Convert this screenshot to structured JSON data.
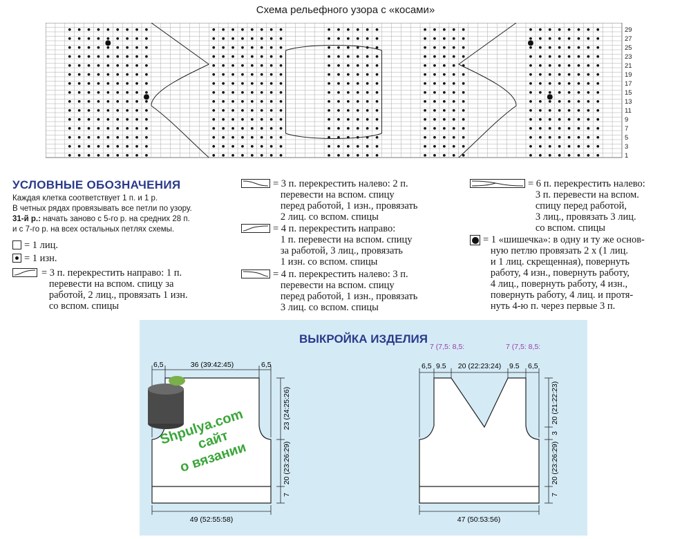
{
  "chart_title": "Схема рельефного узора с «косами»",
  "row_numbers": [
    "29",
    "27",
    "25",
    "23",
    "21",
    "19",
    "17",
    "15",
    "13",
    "11",
    "9",
    "7",
    "5",
    "3",
    "1"
  ],
  "legend": {
    "title": "УСЛОВНЫЕ ОБОЗНАЧЕНИЯ",
    "note1": "Каждая клетка соответствует 1 п. и 1 р.",
    "note2": "В четных рядах провязывать все петли по узору.",
    "note3_bold": "31-й р.:",
    "note3": " начать заново с 5-го р. на средних 28 п.",
    "note4": "и с 7-го р. на всех остальных петлях схемы.",
    "knit": "= 1 лиц.",
    "purl": "= 1 изн.",
    "cross3r": "= 3 п. перекрестить направо: 1 п.\n   перевести на вспом. спицу за\n   работой, 2 лиц., провязать 1 изн.\n   со вспом. спицы",
    "cross3l": "= 3 п. перекрестить налево: 2 п.\n   перевести на вспом. спицу\n   перед работой, 1 изн., провязать\n   2 лиц. со вспом. спицы",
    "cross4r": "= 4 п. перекрестить направо:\n   1 п. перевести на вспом. спицу\n   за работой, 3 лиц., провязать\n   1 изн. со вспом. спицы",
    "cross4l": "= 4 п. перекрестить налево: 3 п.\n   перевести на вспом. спицу\n   перед работой, 1 изн., провязать\n   3 лиц. со вспом. спицы",
    "cross6l": "= 6 п. перекрестить налево:\n   3 п. перевести на вспом.\n   спицу перед работой,\n   3 лиц., провязать 3 лиц.\n   со вспом. спицы",
    "bobble": "= 1 «шишечка»: в одну и ту же основ-\n   ную петлю провязать 2 х (1 лиц.\n   и 1 лиц. скрещенная), повернуть\n   работу, 4 изн., повернуть работу,\n   4 лиц., повернуть работу, 4 изн.,\n   повернуть работу, 4 лиц. и протя-\n   нуть 4-ю п. через первые 3 п."
  },
  "pattern": {
    "title": "ВЫКРОЙКА ИЗДЕЛИЯ",
    "back": {
      "left_margin": "6,5",
      "top_width": "36 (39:42:45)",
      "right_margin": "6,5",
      "armhole_height": "23 (24:25:26)",
      "body_height": "20 (23:26:29)",
      "rib_height": "7",
      "bottom_width": "49 (52:55:58)"
    },
    "front": {
      "left_margin": "6,5",
      "left_strap": "9.5",
      "neck_width": "20 (22:23:24)",
      "right_strap": "9.5",
      "right_margin": "6,5",
      "strap_label_left": "7 (7,5: 8,5:",
      "strap_label_right": "7 (7,5: 8,5:",
      "neck_height": "20 (21:22:23)",
      "armhole_step": "3",
      "body_height": "20 (23:26:29)",
      "rib_height": "7",
      "bottom_width": "47 (50:53:56)"
    },
    "watermark": {
      "line1": "Shpulya.com",
      "line2": "сайт",
      "line3": "о вязании"
    },
    "colors": {
      "green": "#3a9a3a",
      "purple": "#9a3aa8",
      "orange": "#d07a20",
      "pink": "#c03a6a"
    }
  }
}
